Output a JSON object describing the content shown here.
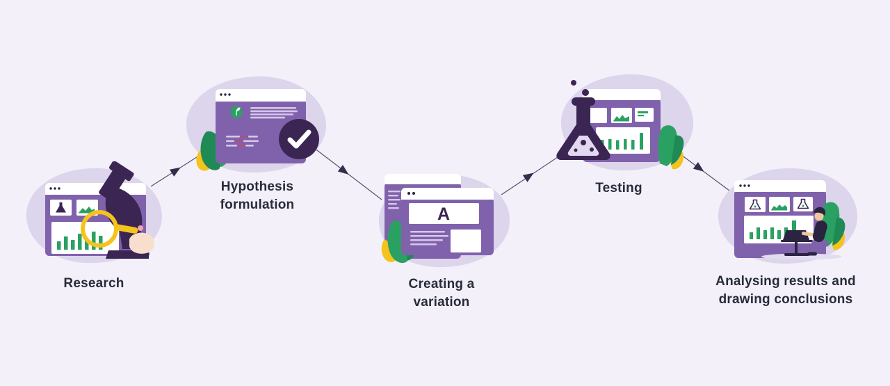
{
  "steps": [
    {
      "label": "Research",
      "icons": [
        "browser-window",
        "flask-icon",
        "area-chart-icon",
        "bar-chart",
        "magnifier",
        "microscope",
        "hand"
      ]
    },
    {
      "label": "Hypothesis\nformulation",
      "icons": [
        "browser-window",
        "sprout-badge",
        "text-lines",
        "diff-lines",
        "check-circle",
        "plant",
        "leaf"
      ]
    },
    {
      "label": "Creating a\nvariation",
      "variant_letter": "A",
      "icons": [
        "browser-window-back",
        "browser-window-front",
        "variant-a-box",
        "text-lines",
        "plant",
        "leaf"
      ]
    },
    {
      "label": "Testing",
      "icons": [
        "browser-window",
        "erlenmeyer-flask",
        "bubbles",
        "area-chart-icon",
        "bar-chart",
        "plant",
        "leaf"
      ]
    },
    {
      "label": "Analysing results and\ndrawing conclusions",
      "icons": [
        "browser-window",
        "flask-icon",
        "area-chart-icon",
        "bar-chart",
        "person-with-laptop",
        "laptop-stand",
        "plant",
        "leaf"
      ]
    }
  ],
  "colors": {
    "background": "#F3F0FA",
    "blob": "#DDD5EB",
    "purple": "#8062AC",
    "dark": "#3B2653",
    "dark2": "#2A2342",
    "green": "#2AA162",
    "green2": "#1F8A55",
    "yellow": "#F4C31C",
    "skin": "#F8DFCD",
    "skin2": "#F0C49E",
    "pink": "#F2A3B3",
    "red": "#C2486C",
    "line_light": "#D7C6EA",
    "flask_liquid": "#E2D9F1",
    "shadow": "#E3DCF0",
    "text": "#272C39",
    "arrow_line": "#55506B",
    "arrowhead": "#332E4C"
  }
}
